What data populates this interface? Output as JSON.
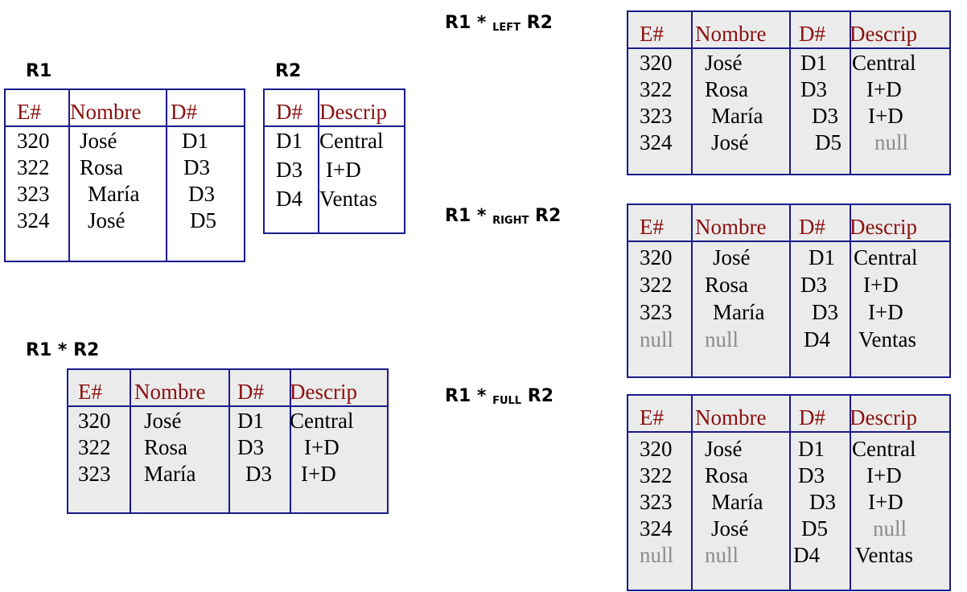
{
  "titles": {
    "r1": "R1",
    "r2": "R2",
    "natural": "R1 * R2",
    "left": {
      "pre": "R1 * ",
      "sub": "LEFT",
      "post": " R2"
    },
    "right": {
      "pre": "R1 * ",
      "sub": "RIGHT",
      "post": " R2"
    },
    "full": {
      "pre": "R1 * ",
      "sub": "FULL",
      "post": " R2"
    }
  },
  "tables": {
    "r1": {
      "headers": [
        "E#",
        "Nombre",
        "D#"
      ],
      "rows": [
        [
          "320",
          "José",
          "D1"
        ],
        [
          "322",
          "Rosa",
          "D3"
        ],
        [
          "323",
          "María",
          "D3"
        ],
        [
          "324",
          "José",
          "D5"
        ]
      ]
    },
    "r2": {
      "headers": [
        "D#",
        "Descrip"
      ],
      "rows": [
        [
          "D1",
          "Central"
        ],
        [
          "D3",
          "I+D"
        ],
        [
          "D4",
          "Ventas"
        ]
      ]
    },
    "natural": {
      "headers": [
        "E#",
        "Nombre",
        "D#",
        "Descrip"
      ],
      "rows": [
        [
          "320",
          "José",
          "D1",
          "Central"
        ],
        [
          "322",
          "Rosa",
          "D3",
          "I+D"
        ],
        [
          "323",
          "María",
          "D3",
          "I+D"
        ]
      ]
    },
    "left": {
      "headers": [
        "E#",
        "Nombre",
        "D#",
        "Descrip"
      ],
      "rows": [
        [
          "320",
          "José",
          "D1",
          "Central"
        ],
        [
          "322",
          "Rosa",
          "D3",
          "I+D"
        ],
        [
          "323",
          "María",
          "D3",
          "I+D"
        ],
        [
          "324",
          "José",
          "D5",
          "null"
        ]
      ]
    },
    "right": {
      "headers": [
        "E#",
        "Nombre",
        "D#",
        "Descrip"
      ],
      "rows": [
        [
          "320",
          "José",
          "D1",
          "Central"
        ],
        [
          "322",
          "Rosa",
          "D3",
          "I+D"
        ],
        [
          "323",
          "María",
          "D3",
          "I+D"
        ],
        [
          "null",
          "null",
          "D4",
          "Ventas"
        ]
      ]
    },
    "full": {
      "headers": [
        "E#",
        "Nombre",
        "D#",
        "Descrip"
      ],
      "rows": [
        [
          "320",
          "José",
          "D1",
          "Central"
        ],
        [
          "322",
          "Rosa",
          "D3",
          "I+D"
        ],
        [
          "323",
          "María",
          "D3",
          "I+D"
        ],
        [
          "324",
          "José",
          "D5",
          "null"
        ],
        [
          "null",
          "null",
          "D4",
          "Ventas"
        ]
      ]
    }
  },
  "colors": {
    "border": "#1a1a8c",
    "header_text": "#8b1010",
    "null_text": "#8c8c8c",
    "shade": "#ebebeb"
  }
}
